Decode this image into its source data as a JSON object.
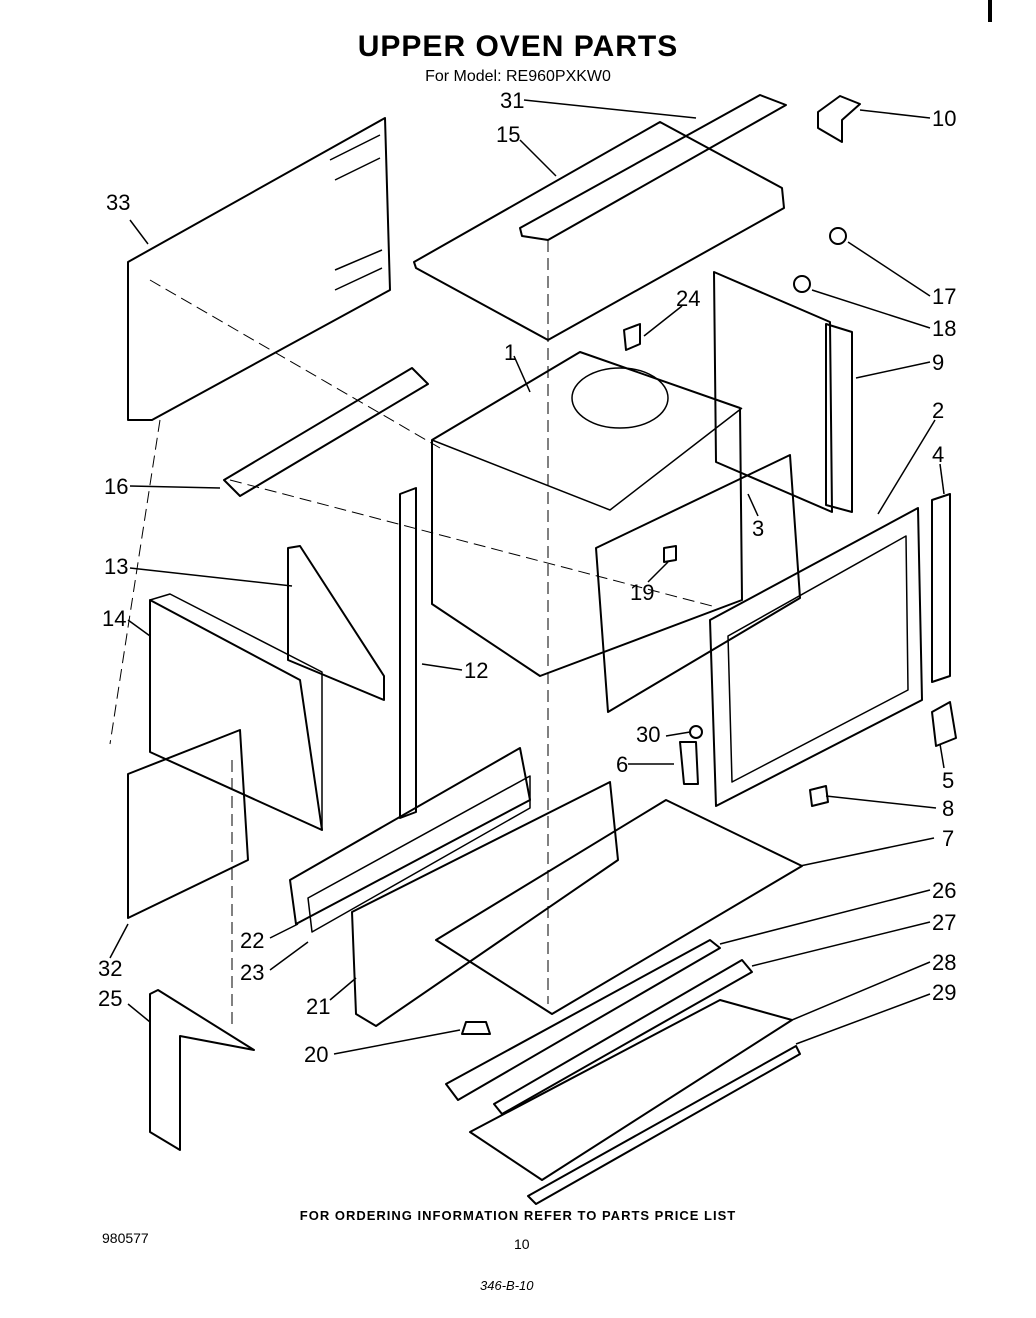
{
  "header": {
    "title": "UPPER OVEN PARTS",
    "subtitle": "For Model: RE960PXKW0"
  },
  "callouts": [
    "31",
    "15",
    "10",
    "33",
    "17",
    "24",
    "18",
    "1",
    "9",
    "2",
    "4",
    "16",
    "3",
    "19",
    "13",
    "14",
    "12",
    "30",
    "6",
    "5",
    "8",
    "7",
    "26",
    "27",
    "28",
    "29",
    "22",
    "23",
    "21",
    "32",
    "25",
    "20"
  ],
  "footer": {
    "note": "FOR ORDERING INFORMATION REFER TO PARTS PRICE LIST",
    "doc_number": "980577",
    "page_number": "10",
    "handwritten": "346-B-10"
  }
}
